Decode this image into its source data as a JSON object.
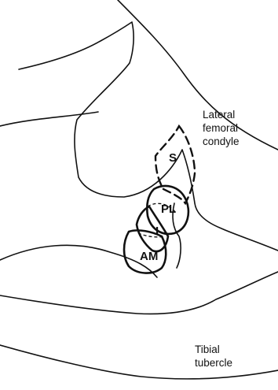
{
  "labels": {
    "lateral_line1": "Lateral",
    "lateral_line2": "femoral",
    "lateral_line3": "condyle",
    "tibial_line1": "Tibial",
    "tibial_line2": "tubercle",
    "s": "S",
    "pl": "PL",
    "i": "I",
    "am": "AM"
  }
}
